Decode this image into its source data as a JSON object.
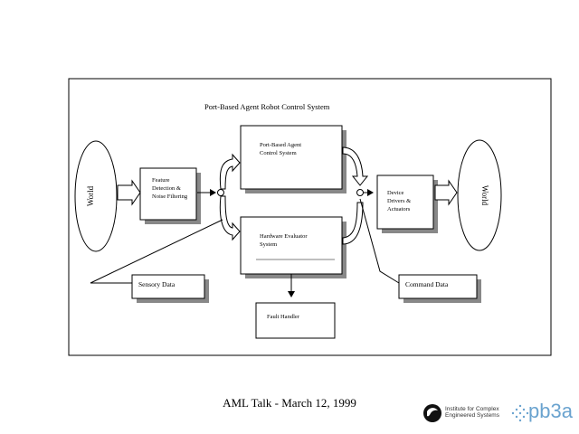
{
  "diagram": {
    "title": "Port-Based Agent Robot Control System",
    "world_left": "World",
    "world_right": "World",
    "sensor_box": [
      "Feature",
      "Detection &",
      "Noise Filtering"
    ],
    "agent_box": [
      "Port-Based Agent",
      "Control System"
    ],
    "hardware_box": [
      "Hardware Evaluator",
      "System"
    ],
    "device_box": [
      "Device",
      "Drivers &",
      "Actuators"
    ],
    "fault_box": "Fault Handler",
    "sensory_label": "Sensory Data",
    "command_label": "Command Data"
  },
  "footer": {
    "caption": "AML Talk - March 12, 1999",
    "org_lines": [
      "Institute for Complex",
      "Engineered Systems"
    ],
    "brand": "pb3a"
  }
}
